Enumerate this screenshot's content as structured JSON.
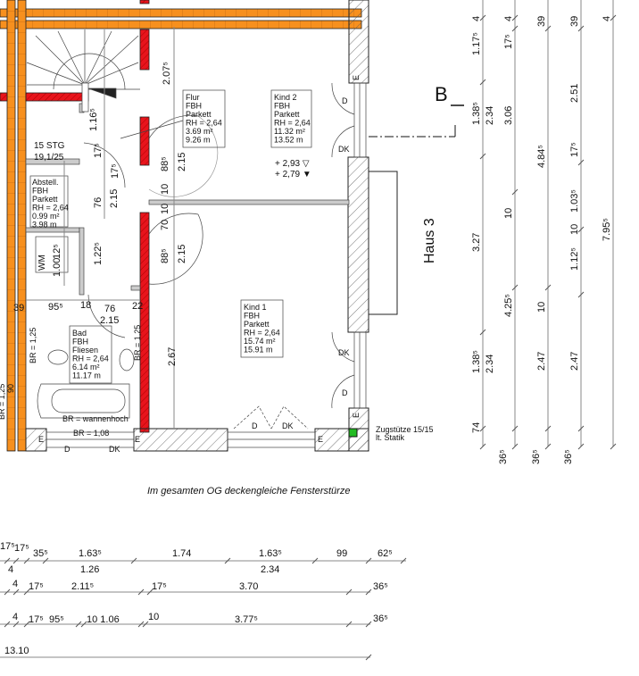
{
  "title": "Floor plan OG - Haus 3",
  "colors": {
    "party_wall": "#f7901e",
    "load_wall": "#e8141c",
    "column": "#22bb22",
    "dim_line": "#888888"
  },
  "rooms": [
    {
      "name": "Flur",
      "heating": "FBH",
      "floor": "Parkett",
      "height": "RH = 2,64",
      "area": "3.69 m²",
      "perimeter": "9.26 m"
    },
    {
      "name": "Kind 2",
      "heating": "FBH",
      "floor": "Parkett",
      "height": "RH = 2,64",
      "area": "11.32 m²",
      "perimeter": "13.52 m"
    },
    {
      "name": "Abstell.",
      "heating": "FBH",
      "floor": "Parkett",
      "height": "RH = 2,64",
      "area": "0.99 m²",
      "perimeter": "3.98 m"
    },
    {
      "name": "Bad",
      "heating": "FBH",
      "floor": "Fliesen",
      "height": "RH = 2,64",
      "area": "6.14 m²",
      "perimeter": "11.17 m"
    },
    {
      "name": "Kind 1",
      "heating": "FBH",
      "floor": "Parkett",
      "height": "RH = 2,64",
      "area": "15.74 m²",
      "perimeter": "15.91 m"
    }
  ],
  "labels": {
    "stair": "15 STG",
    "stair_ratio": "19,1/25",
    "wm": "WM",
    "level1": "+ 2,93 ▽",
    "level2": "+ 2,79 ▼",
    "column_note1": "Zugstütze 15/15",
    "column_note2": "lt. Statik",
    "section": "B",
    "house": "Haus 3",
    "caption": "Im gesamten OG deckengleiche Fensterstürze",
    "br_bath": "BR = wannenhoch",
    "br_window": "BR = 1,08",
    "br_125": "BR = 1,25",
    "dim_90": "90"
  },
  "openings": [
    "D",
    "DK",
    "DK",
    "D",
    "D",
    "DK",
    "D",
    "DK",
    "E",
    "E",
    "E",
    "E",
    "E"
  ],
  "plan_dims": [
    "2.07⁵",
    "1.16⁵",
    "17⁵",
    "17⁵",
    "88⁵",
    "2.15",
    "10",
    "10",
    "70",
    "76",
    "2.15",
    "88⁵",
    "2.15",
    "1.22⁵",
    "12⁵",
    "1.00",
    "2.67",
    "39",
    "95⁵",
    "18",
    "76",
    "22",
    "2.15"
  ],
  "right_dims": [
    "4",
    "1.17⁵",
    "1.38⁵",
    "2.34",
    "3.27",
    "1.38⁵",
    "2.34",
    "74",
    "36⁵",
    "4",
    "17⁵",
    "3.06",
    "10",
    "4.25⁵",
    "36⁵",
    "39",
    "4.84⁵",
    "10",
    "2.47",
    "36⁵",
    "39",
    "2.51",
    "17⁵",
    "1.03⁵",
    "10",
    "1.12⁵",
    "2.47",
    "4",
    "7.95⁵"
  ],
  "bottom_dims": [
    "17⁵",
    "17⁵",
    "35⁵",
    "1.63⁵",
    "1.74",
    "1.63⁵",
    "99",
    "62⁵",
    "4",
    "1.26",
    "2.34",
    "4",
    "17⁵",
    "2.11⁵",
    "17⁵",
    "3.70",
    "36⁵",
    "4",
    "17⁵",
    "95⁵",
    "10 1.06",
    "10",
    "3.77⁵",
    "36⁵",
    "13.10"
  ]
}
